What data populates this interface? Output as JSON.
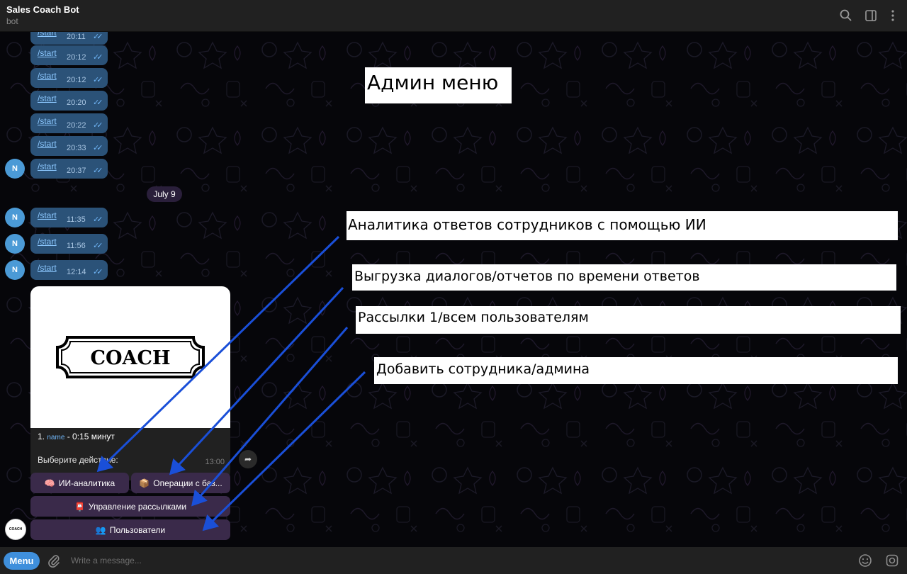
{
  "header": {
    "title": "Sales Coach Bot",
    "subtitle": "bot"
  },
  "messages_top": [
    {
      "cmd": "/start",
      "time": "20:11"
    },
    {
      "cmd": "/start",
      "time": "20:12"
    },
    {
      "cmd": "/start",
      "time": "20:12"
    },
    {
      "cmd": "/start",
      "time": "20:20"
    },
    {
      "cmd": "/start",
      "time": "20:22"
    },
    {
      "cmd": "/start",
      "time": "20:33"
    },
    {
      "cmd": "/start",
      "time": "20:37"
    }
  ],
  "avatar_letter": "N",
  "date_separator": "July 9",
  "messages_bottom": [
    {
      "cmd": "/start",
      "time": "11:35"
    },
    {
      "cmd": "/start",
      "time": "11:56"
    },
    {
      "cmd": "/start",
      "time": "12:14"
    }
  ],
  "card": {
    "logo_text": "COACH",
    "line1_prefix": "1.",
    "line1_name": "name",
    "line1_suffix": "- 0:15 минут",
    "prompt": "Выберите действие:",
    "time": "13:00"
  },
  "keyboard": {
    "btn_ai": {
      "emoji": "🧠",
      "label": "ИИ-аналитика"
    },
    "btn_db": {
      "emoji": "📦",
      "label": "Операции с баз..."
    },
    "btn_mail": {
      "emoji": "📮",
      "label": "Управление рассылками"
    },
    "btn_users": {
      "emoji": "👥",
      "label": "Пользователи"
    }
  },
  "bot_avatar_text": "COACH",
  "annotations": {
    "admin_menu": "Админ меню",
    "analytics": "Аналитика ответов сотрудников с помощью ИИ",
    "export": "Выгрузка диалогов/отчетов по времени ответов",
    "mailing": "Рассылки 1/всем пользователям",
    "add_user": "Добавить сотрудника/админа"
  },
  "composer": {
    "menu_label": "Menu",
    "placeholder": "Write a message..."
  },
  "colors": {
    "header_bg": "#212121",
    "outgoing_bubble": "#2b5278",
    "keyboard_button": "#3a2a4a",
    "arrow": "#1a4fd8",
    "menu_button": "#3f8fdc"
  }
}
